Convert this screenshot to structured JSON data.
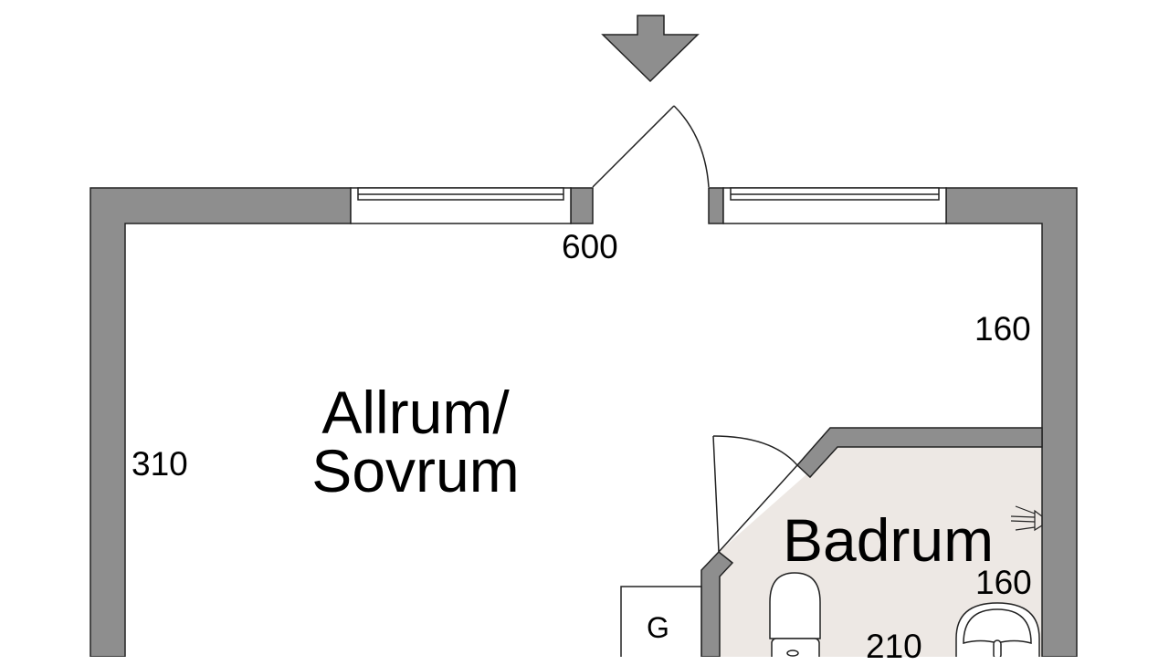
{
  "rooms": {
    "living": {
      "line1": "Allrum/",
      "line2": "Sovrum"
    },
    "bathroom": {
      "name": "Badrum"
    }
  },
  "dimensions": {
    "top": "600",
    "right_upper": "160",
    "left": "310",
    "bath_width": "160",
    "bath_depth": "210"
  },
  "fixtures": {
    "closet_label": "G"
  },
  "colors": {
    "wall": "#8e8e8e",
    "bath_floor": "#ede8e4"
  }
}
